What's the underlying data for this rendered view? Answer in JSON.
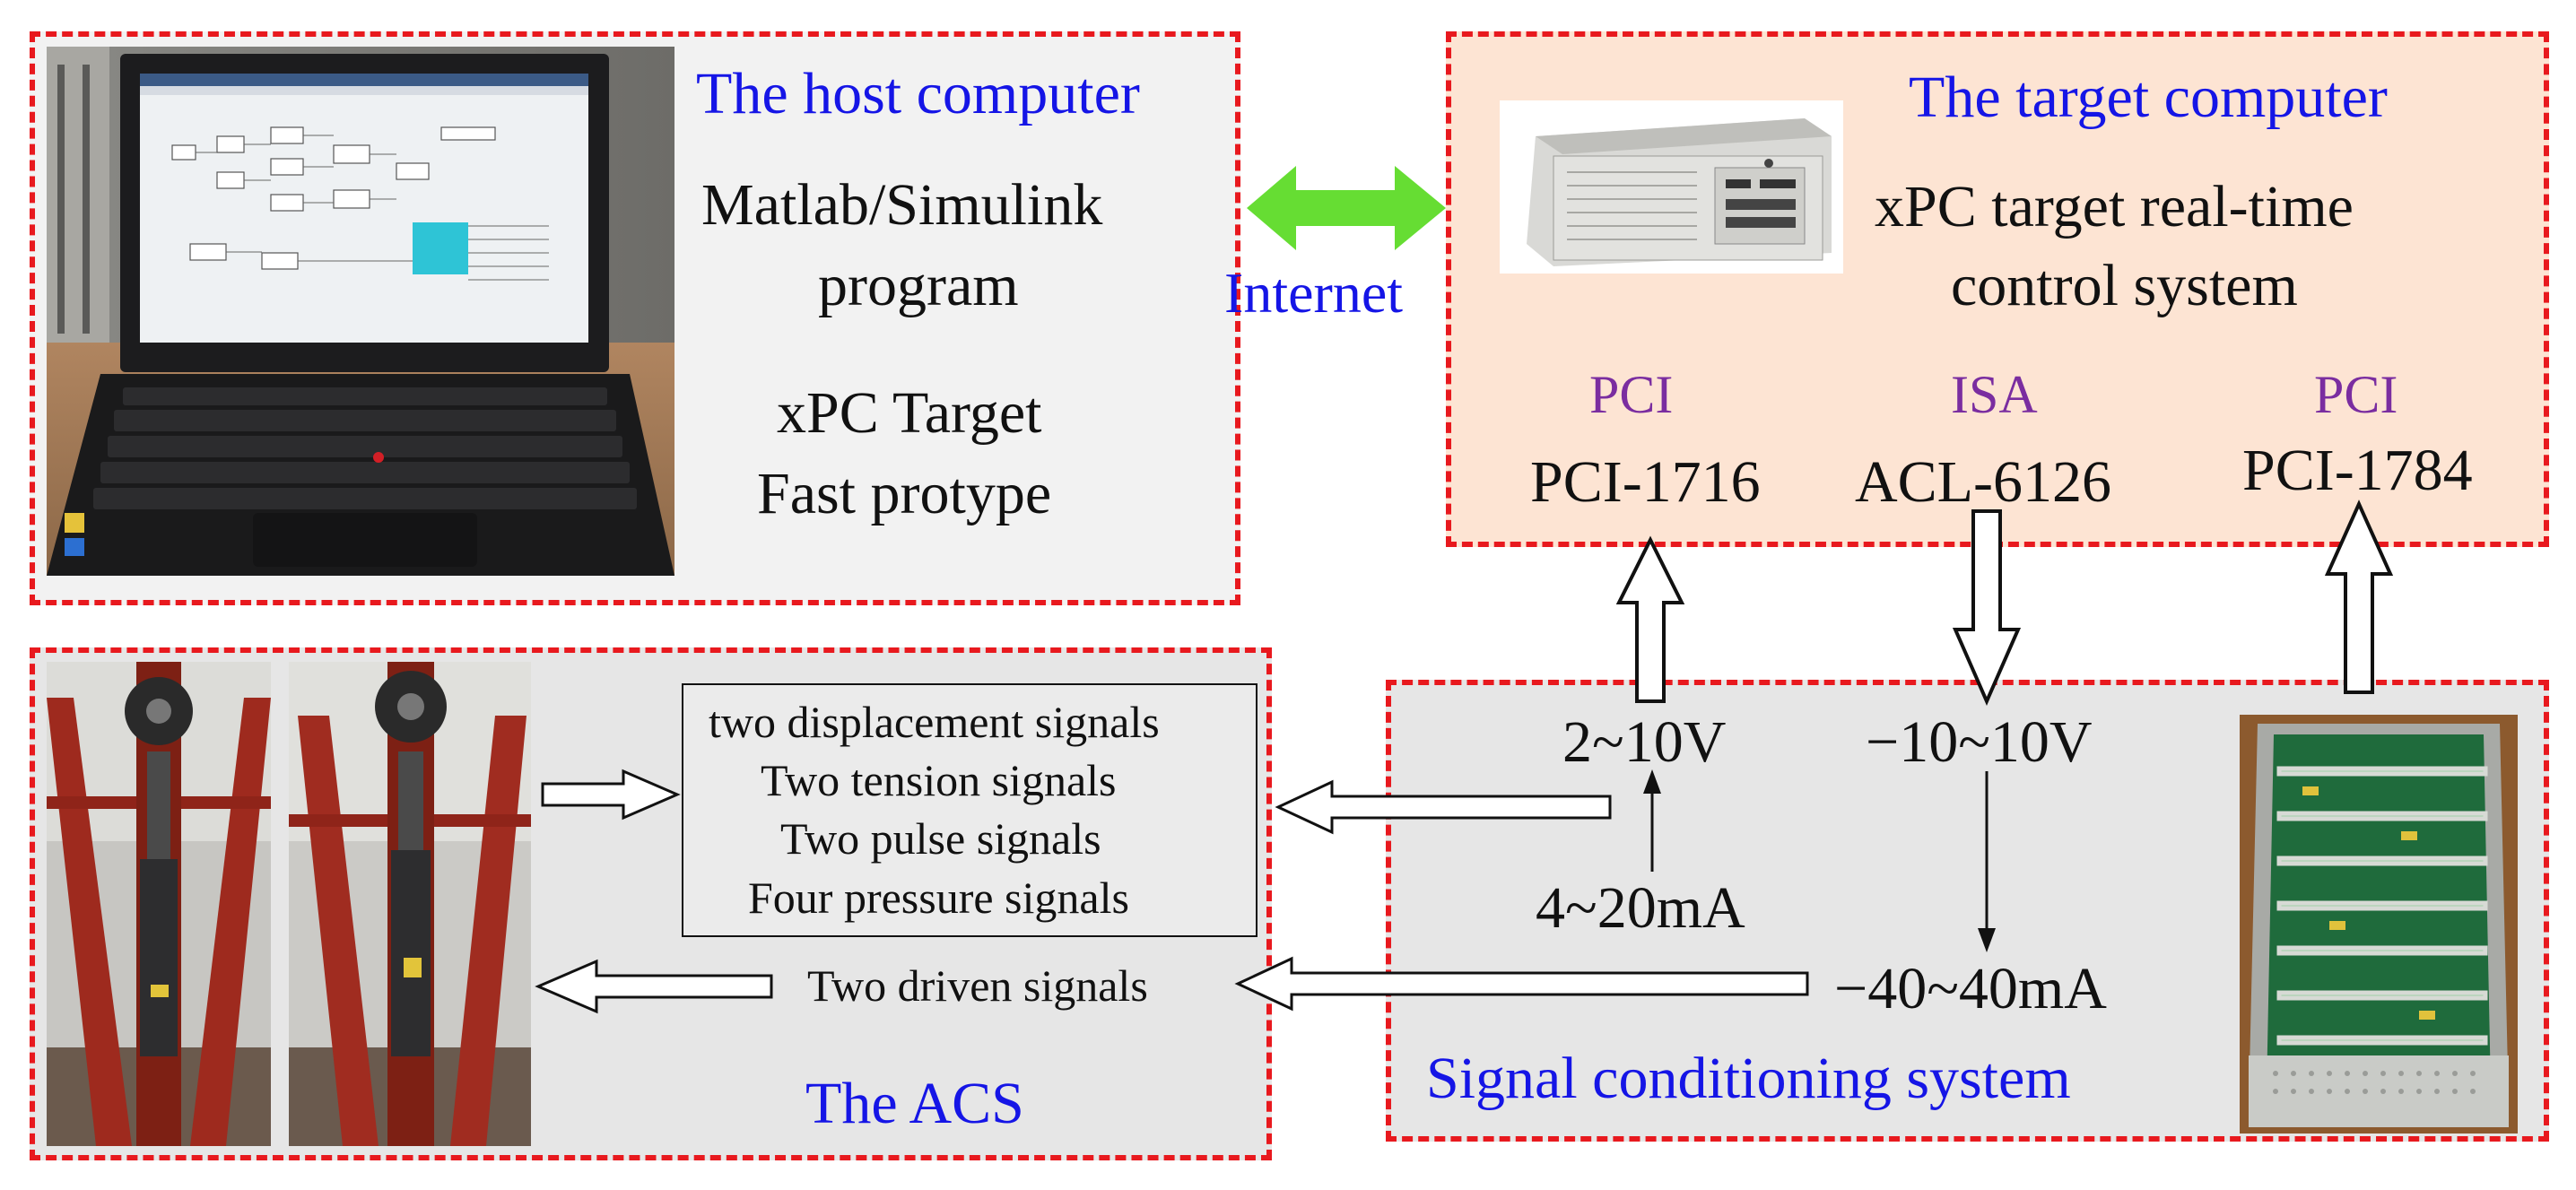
{
  "host": {
    "title": "The host computer",
    "software_line1": "Matlab/Simulink",
    "software_line2": "program",
    "xpc_line1": "xPC Target",
    "xpc_line2": "Fast protype"
  },
  "link": {
    "label": "Internet"
  },
  "target": {
    "title": "The target computer",
    "system_line1": "xPC target real-time",
    "system_line2": "control system",
    "cards": [
      {
        "bus": "PCI",
        "model": "PCI-1716"
      },
      {
        "bus": "ISA",
        "model": "ACL-6126"
      },
      {
        "bus": "PCI",
        "model": "PCI-1784"
      }
    ]
  },
  "acs": {
    "title": "The ACS",
    "signals": [
      "two displacement signals",
      "Two tension signals",
      "Two pulse signals",
      "Four pressure signals"
    ],
    "driven": "Two driven signals"
  },
  "conditioning": {
    "title": "Signal conditioning system",
    "voltage_in": "2~10V",
    "voltage_out": "−10~10V",
    "current_in": "4~20mA",
    "current_out": "−40~40mA"
  },
  "colors": {
    "dashed_border": "#e8191e",
    "title_text": "#1515e6",
    "bus_text": "#7a2da0",
    "internet_arrow": "#66dd33",
    "host_panel_bg": "#f2f2f2",
    "target_panel_bg": "#fde4d3",
    "lower_panel_bg": "#e6e6e6"
  }
}
